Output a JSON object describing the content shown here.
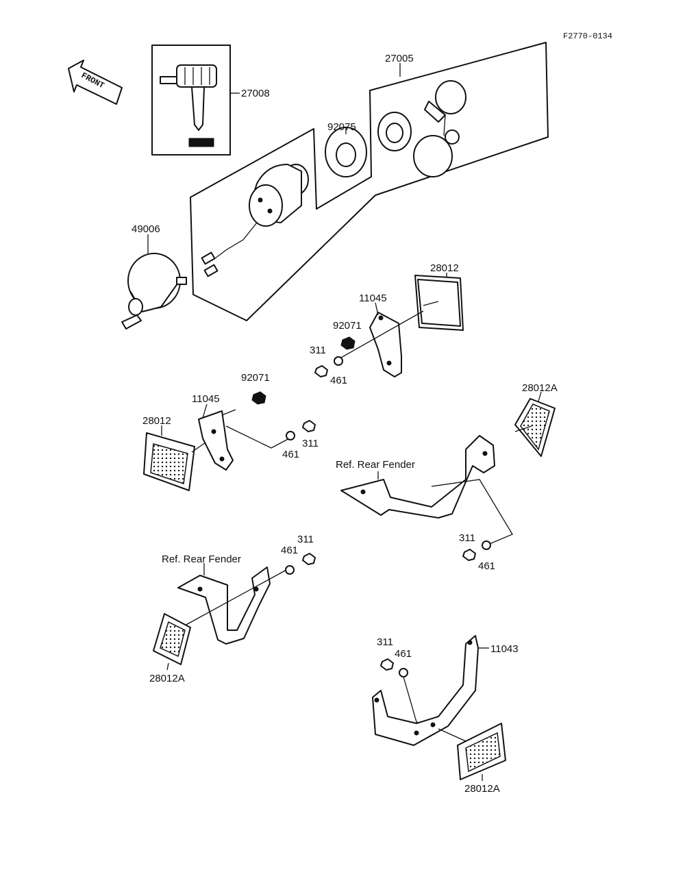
{
  "diagram_id": "F2770-0134",
  "front_arrow_text": "FRONT",
  "labels": {
    "p27008": "27008",
    "p27005": "27005",
    "p92075": "92075",
    "p49006": "49006",
    "p28012_top": "28012",
    "p11045_top": "11045",
    "p92071_top": "92071",
    "p311_a": "311",
    "p461_a": "461",
    "p92071_mid": "92071",
    "p11045_mid": "11045",
    "p28012_mid": "28012",
    "p461_b": "461",
    "p311_b": "311",
    "p28012A_right": "28012A",
    "ref_fender_right": "Ref. Rear Fender",
    "p311_c": "311",
    "p461_c": "461",
    "ref_fender_left": "Ref. Rear Fender",
    "p461_d": "461",
    "p311_d": "311",
    "p28012A_left": "28012A",
    "p311_e": "311",
    "p461_e": "461",
    "p11043": "11043",
    "p28012A_bottom": "28012A"
  }
}
